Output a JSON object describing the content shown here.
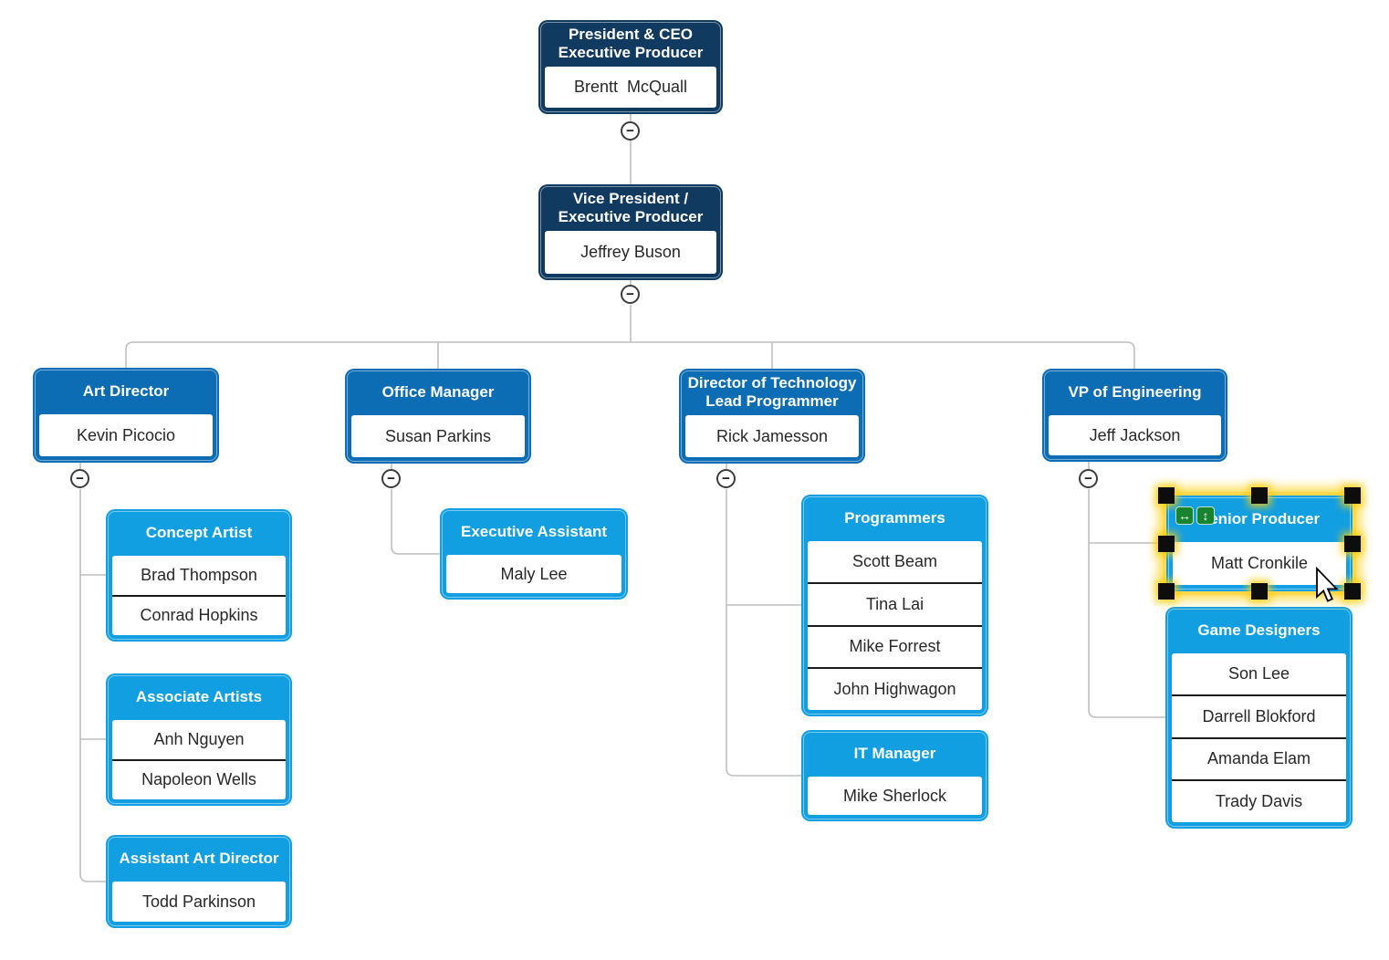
{
  "colors": {
    "level1_navy": "#113a60",
    "level2_blue": "#0c6cb4",
    "level3_cyan": "#119fe2",
    "connector_gray": "#bfbfbf",
    "selection_glow_yellow": "#ffcc00",
    "selection_handle_black": "#0d0d0d",
    "resize_button_green": "#17842f",
    "row_divider_black": "#1a1a1a",
    "background": "#ffffff"
  },
  "ui": {
    "collapse_glyph": "−",
    "resize_horizontal_glyph": "↔",
    "resize_vertical_glyph": "↕"
  },
  "nodes": {
    "president": {
      "title": [
        "President & CEO",
        "Executive Producer"
      ],
      "members": [
        "Brentt  McQuall"
      ]
    },
    "vp": {
      "title": [
        "Vice President /",
        "Executive Producer"
      ],
      "members": [
        "Jeffrey Buson"
      ]
    },
    "art_director": {
      "title": [
        "Art Director"
      ],
      "members": [
        "Kevin Picocio"
      ]
    },
    "office_manager": {
      "title": [
        "Office Manager"
      ],
      "members": [
        "Susan Parkins"
      ]
    },
    "director_tech": {
      "title": [
        "Director of Technology",
        "Lead Programmer"
      ],
      "members": [
        "Rick Jamesson"
      ]
    },
    "vp_engineering": {
      "title": [
        "VP of Engineering"
      ],
      "members": [
        "Jeff Jackson"
      ]
    },
    "concept_artist": {
      "title": [
        "Concept Artist"
      ],
      "members": [
        "Brad Thompson",
        "Conrad Hopkins"
      ]
    },
    "associate_artists": {
      "title": [
        "Associate Artists"
      ],
      "members": [
        "Anh Nguyen",
        "Napoleon Wells"
      ]
    },
    "assistant_art_director": {
      "title": [
        "Assistant Art Director"
      ],
      "members": [
        "Todd Parkinson"
      ]
    },
    "executive_assistant": {
      "title": [
        "Executive Assistant"
      ],
      "members": [
        "Maly Lee"
      ]
    },
    "programmers": {
      "title": [
        "Programmers"
      ],
      "members": [
        "Scott Beam",
        "Tina Lai",
        "Mike Forrest",
        "John Highwagon"
      ]
    },
    "it_manager": {
      "title": [
        "IT Manager"
      ],
      "members": [
        "Mike Sherlock"
      ]
    },
    "senior_producer": {
      "title": [
        "Senior Producer"
      ],
      "members": [
        "Matt Cronkile"
      ],
      "selected": true
    },
    "game_designers": {
      "title": [
        "Game Designers"
      ],
      "members": [
        "Son Lee",
        "Darrell Blokford",
        "Amanda Elam",
        "Trady Davis"
      ]
    }
  }
}
